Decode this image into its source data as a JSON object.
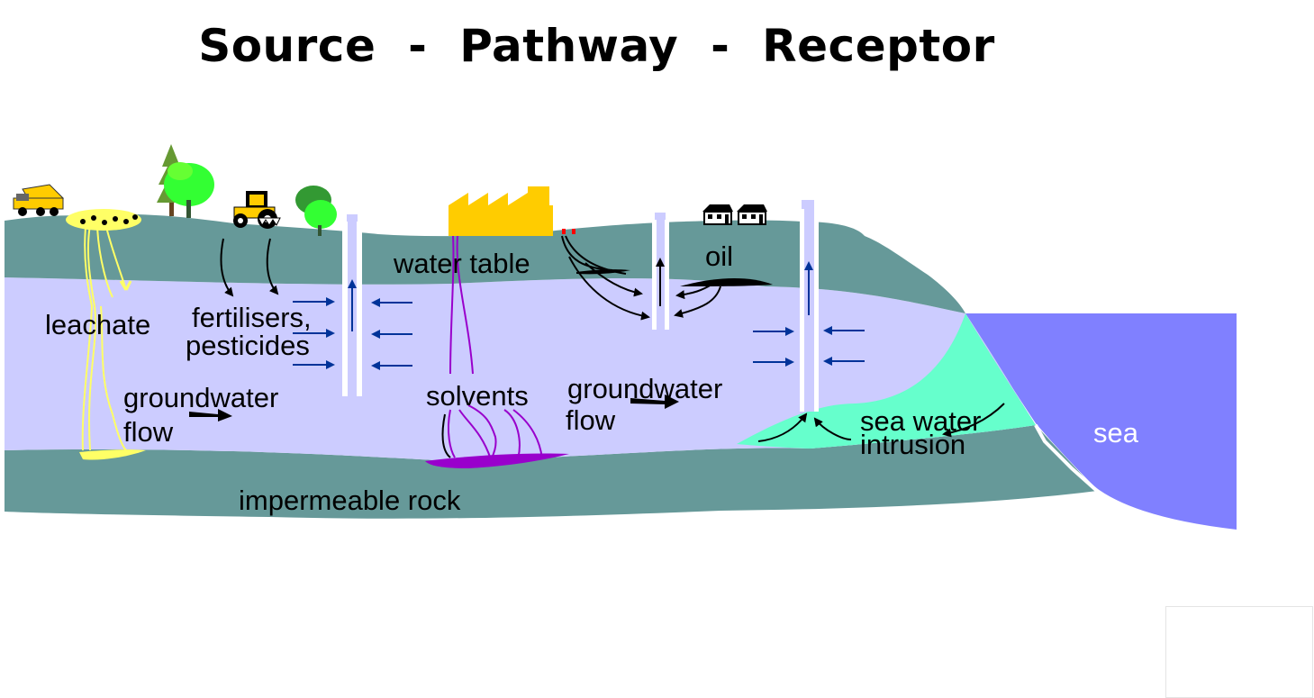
{
  "title": "Source  -  Pathway  -  Receptor",
  "labels": {
    "leachate": "leachate",
    "fertilisers_line1": "fertilisers,",
    "fertilisers_line2": "pesticides",
    "groundwater_flow_left_line1": "groundwater",
    "groundwater_flow_left_line2": "flow",
    "water_table": "water table",
    "solvents": "solvents",
    "oil": "oil",
    "groundwater_flow_right_line1": "groundwater",
    "groundwater_flow_right_line2": "flow",
    "sea_water_line1": "sea water",
    "sea_water_line2": "intrusion",
    "sea": "sea",
    "impermeable_rock": "impermeable rock"
  },
  "colors": {
    "topsoil": "#669999",
    "aquifer": "#ccccff",
    "sea": "#8080ff",
    "saltwater_wedge": "#66ffcc",
    "leachate": "#ffff66",
    "solvent": "#9900cc",
    "factory": "#ffcc00",
    "well": "#ccccff",
    "flow_arrow": "#003399"
  },
  "icons": [
    "dump-truck-icon",
    "tree-icon",
    "tractor-icon",
    "factory-icon",
    "house-icon"
  ]
}
